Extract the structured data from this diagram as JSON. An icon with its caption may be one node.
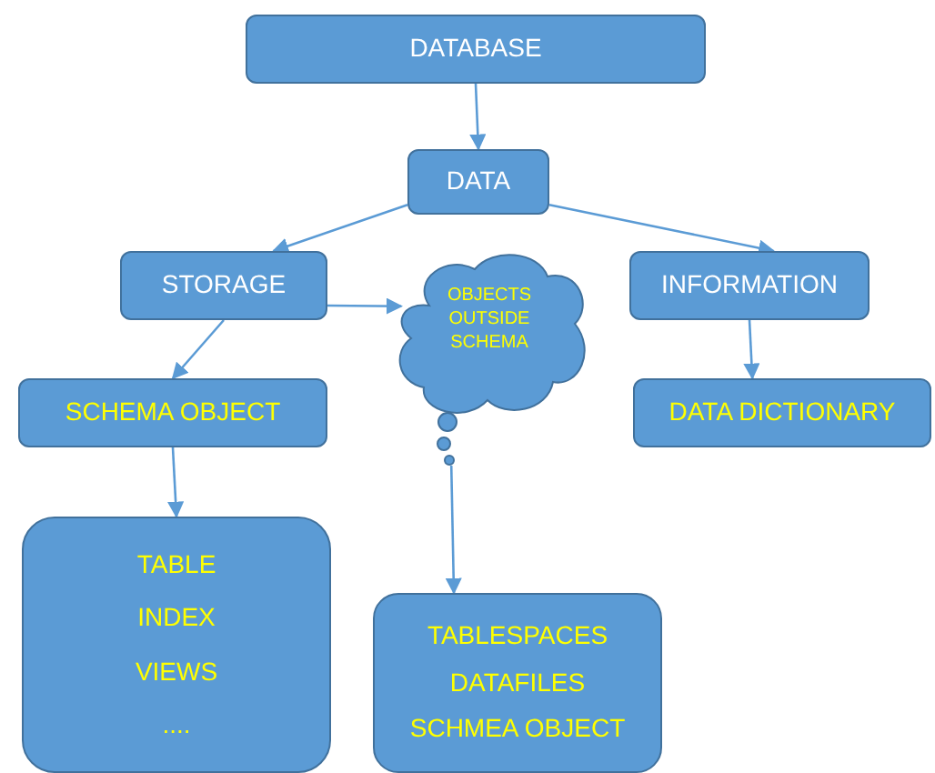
{
  "diagram": {
    "nodes": [
      {
        "text": [
          "DATABASE"
        ]
      },
      {
        "text": [
          "DATA"
        ]
      },
      {
        "text": [
          "STORAGE"
        ]
      },
      {
        "text": [
          "OBJECTS OUTSIDE SCHEMA"
        ]
      },
      {
        "text": [
          "INFORMATION"
        ]
      },
      {
        "text": [
          "SCHEMA OBJECT"
        ]
      },
      {
        "text": [
          "DATA DICTIONARY"
        ]
      },
      {
        "text": [
          "TABLE",
          "INDEX",
          "VIEWS",
          "...."
        ]
      },
      {
        "text": [
          "TABLESPACES",
          "DATAFILES",
          "SCHMEA OBJECT"
        ]
      }
    ],
    "edges": [
      {
        "from": 0,
        "to": 1,
        "arrow": "to"
      },
      {
        "from": 1,
        "to": 2,
        "arrow": "to"
      },
      {
        "from": 1,
        "to": 4,
        "arrow": "to"
      },
      {
        "from": 2,
        "to": 3,
        "arrow": "to"
      },
      {
        "from": 2,
        "to": 5,
        "arrow": "to"
      },
      {
        "from": 4,
        "to": 6,
        "arrow": "to"
      },
      {
        "from": 5,
        "to": 7,
        "arrow": "to"
      },
      {
        "from": 3,
        "to": 8,
        "arrow": "to"
      }
    ]
  }
}
